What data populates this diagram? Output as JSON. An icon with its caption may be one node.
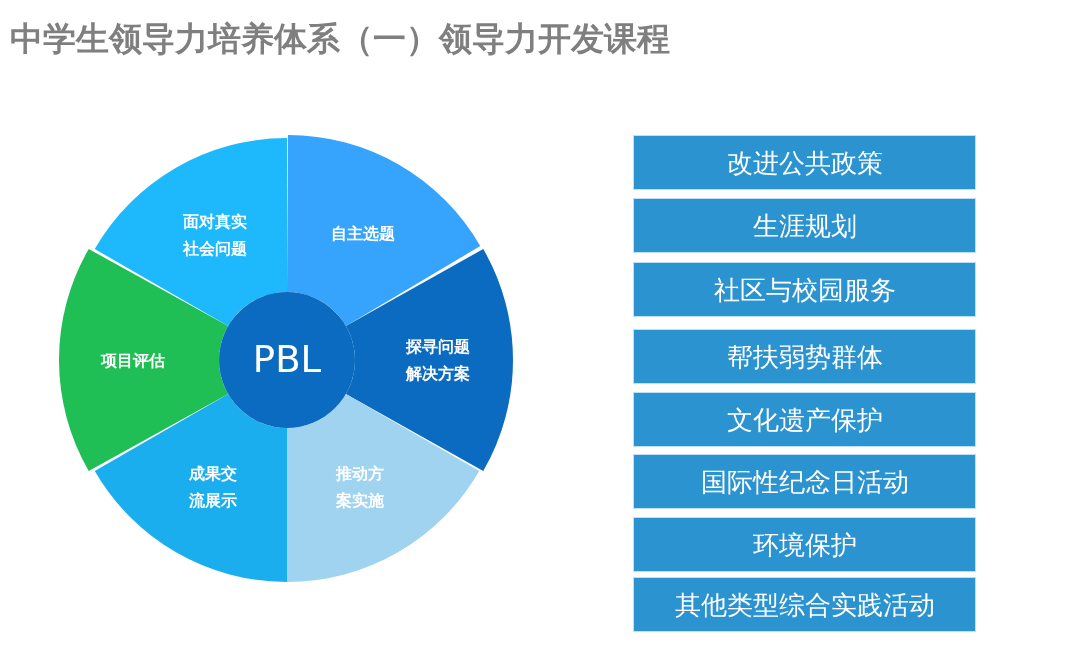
{
  "diagram": {
    "title": "中学生领导力培养体系（一）领导力开发课程",
    "nodes": [
      {
        "text": [
          "面对真实社会问题"
        ]
      },
      {
        "text": [
          "自主选题"
        ]
      },
      {
        "text": [
          "探寻问题解决方案"
        ]
      },
      {
        "text": [
          "推动方案实施"
        ]
      },
      {
        "text": [
          "成果交流展示"
        ]
      },
      {
        "text": [
          "项目评估"
        ]
      },
      {
        "text": [
          "PBL"
        ]
      },
      {
        "text": [
          "改进公共政策"
        ]
      },
      {
        "text": [
          "生涯规划"
        ]
      },
      {
        "text": [
          "社区与校园服务"
        ]
      },
      {
        "text": [
          "帮扶弱势群体"
        ]
      },
      {
        "text": [
          "文化遗产保护"
        ]
      },
      {
        "text": [
          "国际性纪念日活动"
        ]
      },
      {
        "text": [
          "环境保护"
        ]
      },
      {
        "text": [
          "其他类型综合实践活动"
        ]
      }
    ]
  }
}
